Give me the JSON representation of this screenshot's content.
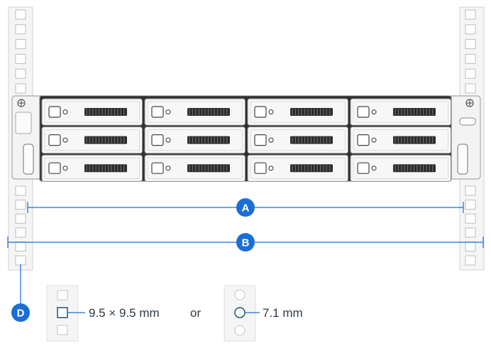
{
  "labels": {
    "a": "A",
    "b": "B",
    "d": "D"
  },
  "hole_options": {
    "square": "9.5 × 9.5 mm",
    "or": "or",
    "round": "7.1 mm"
  },
  "colors": {
    "accent": "#1a6fd6",
    "rail_fill": "#f5f5f5",
    "rail_stroke": "#c9c9c9",
    "hole_stroke": "#bdbdbd",
    "chassis": "#e6e6e6",
    "tray": "#f7f7f7",
    "dark": "#333333"
  },
  "device": {
    "bay_columns": 4,
    "bay_rows": 3
  }
}
